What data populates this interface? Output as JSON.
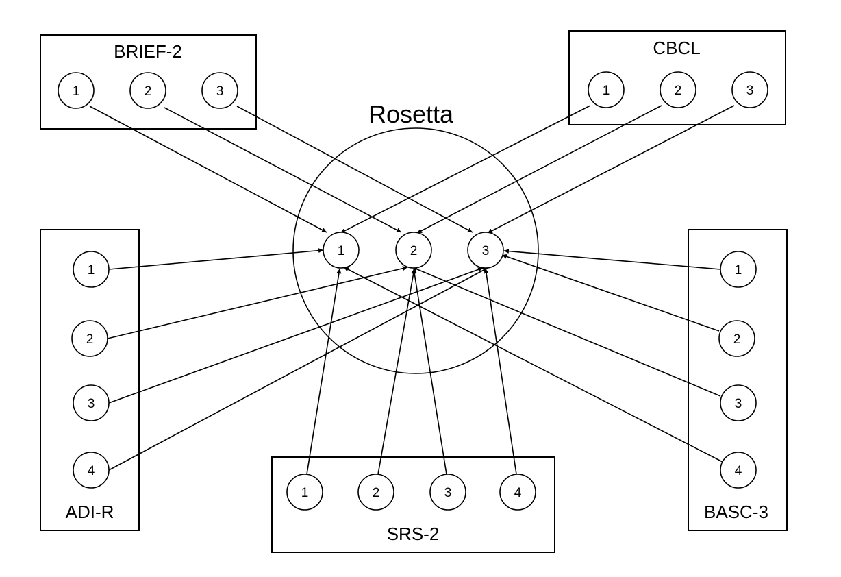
{
  "title": "Rosetta",
  "center_nodes": [
    "1",
    "2",
    "3"
  ],
  "instruments": {
    "brief2": {
      "label": "BRIEF-2",
      "nodes": [
        "1",
        "2",
        "3"
      ]
    },
    "cbcl": {
      "label": "CBCL",
      "nodes": [
        "1",
        "2",
        "3"
      ]
    },
    "adir": {
      "label": "ADI-R",
      "nodes": [
        "1",
        "2",
        "3",
        "4"
      ]
    },
    "basc3": {
      "label": "BASC-3",
      "nodes": [
        "1",
        "2",
        "3",
        "4"
      ]
    },
    "srs2": {
      "label": "SRS-2",
      "nodes": [
        "1",
        "2",
        "3",
        "4"
      ]
    }
  },
  "links": [
    {
      "from": "BRIEF-2 1",
      "to": "Rosetta 1"
    },
    {
      "from": "BRIEF-2 2",
      "to": "Rosetta 2"
    },
    {
      "from": "BRIEF-2 3",
      "to": "Rosetta 3"
    },
    {
      "from": "CBCL 1",
      "to": "Rosetta 1"
    },
    {
      "from": "CBCL 2",
      "to": "Rosetta 2"
    },
    {
      "from": "CBCL 3",
      "to": "Rosetta 3"
    },
    {
      "from": "ADI-R 1",
      "to": "Rosetta 1"
    },
    {
      "from": "ADI-R 2",
      "to": "Rosetta 2"
    },
    {
      "from": "ADI-R 3",
      "to": "Rosetta 3"
    },
    {
      "from": "ADI-R 4",
      "to": "Rosetta 3"
    },
    {
      "from": "BASC-3 1",
      "to": "Rosetta 3"
    },
    {
      "from": "BASC-3 2",
      "to": "Rosetta 3"
    },
    {
      "from": "BASC-3 3",
      "to": "Rosetta 2"
    },
    {
      "from": "BASC-3 4",
      "to": "Rosetta 1"
    },
    {
      "from": "SRS-2 1",
      "to": "Rosetta 1"
    },
    {
      "from": "SRS-2 2",
      "to": "Rosetta 2"
    },
    {
      "from": "SRS-2 3",
      "to": "Rosetta 2"
    },
    {
      "from": "SRS-2 4",
      "to": "Rosetta 3"
    }
  ]
}
